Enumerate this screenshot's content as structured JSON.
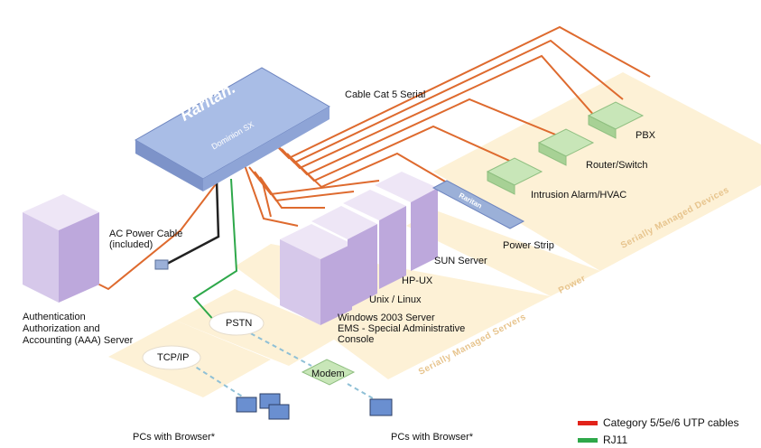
{
  "colors": {
    "cat5": "#e2231a",
    "rj11": "#2ea84a",
    "cable_orange": "#de6a2e",
    "zone_fill": "#fdf1d6",
    "device_green": "#c8e6b8",
    "server_purple": "#d9cdea",
    "raritan_blue": "#8fa6d6"
  },
  "device": {
    "brand": "Raritan.",
    "model": "Dominion SX",
    "strip_brand": "Raritan"
  },
  "labels": {
    "cable_cat5_serial": "Cable Cat 5 Serial",
    "pbx": "PBX",
    "router_switch": "Router/Switch",
    "intrusion_alarm": "Intrusion Alarm/HVAC",
    "power_strip": "Power Strip",
    "sun_server": "SUN Server",
    "hp_ux": "HP-UX",
    "unix_linux": "Unix / Linux",
    "windows_line1": "Windows 2003 Server",
    "windows_line2": "EMS - Special Administrative",
    "windows_line3": "Console",
    "ac_power_line1": "AC Power Cable",
    "ac_power_line2": "(included)",
    "aaa_line1": "Authentication",
    "aaa_line2": "Authorization and",
    "aaa_line3": "Accounting (AAA) Server",
    "pstn": "PSTN",
    "tcpip": "TCP/IP",
    "modem": "Modem",
    "pcs_left": "PCs with Browser*",
    "pcs_right": "PCs with Browser*"
  },
  "zones": {
    "serially_managed_devices": "Serially Managed Devices",
    "power": "Power",
    "serially_managed_servers": "Serially Managed Servers"
  },
  "legend": [
    {
      "label": "Category 5/5e/6 UTP cables",
      "icon": "red-line"
    },
    {
      "label": "RJ11",
      "icon": "green-line"
    }
  ]
}
